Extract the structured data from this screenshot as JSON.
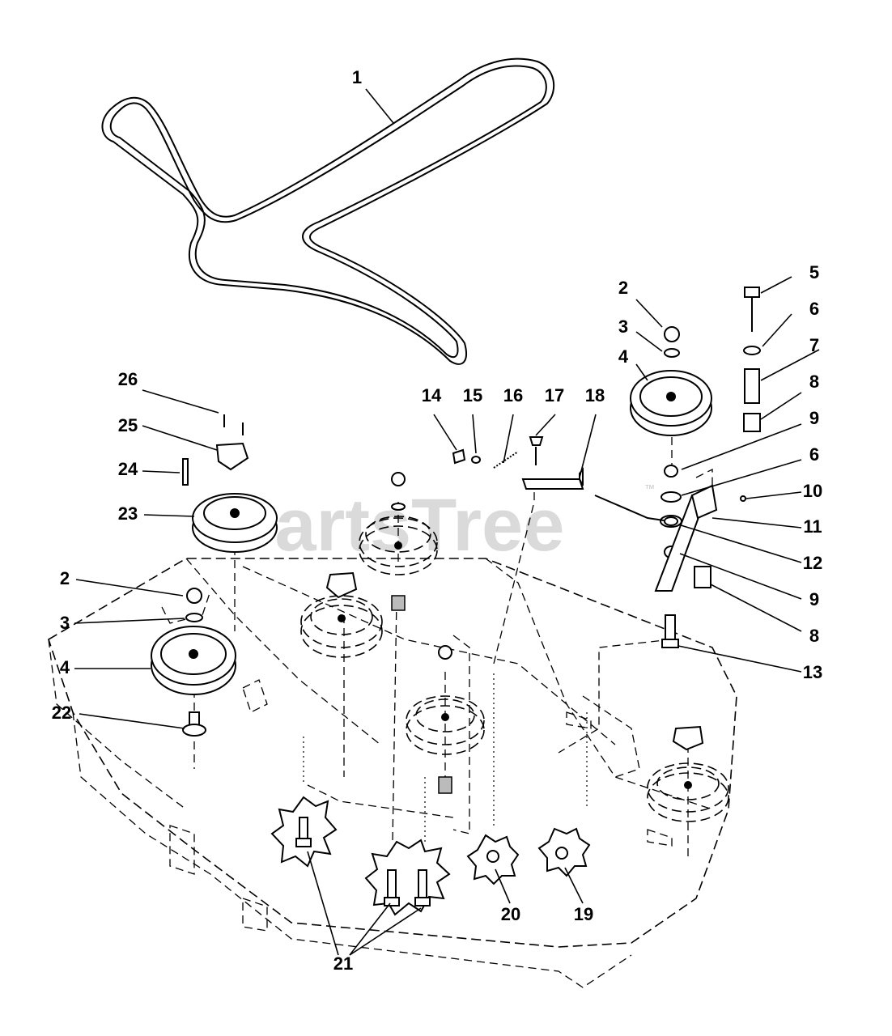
{
  "watermark": {
    "text": "PartsTree",
    "trademark": "™"
  },
  "callouts": {
    "c1": "1",
    "c2a": "2",
    "c2b": "2",
    "c3a": "3",
    "c3b": "3",
    "c4a": "4",
    "c4b": "4",
    "c5": "5",
    "c6a": "6",
    "c6b": "6",
    "c7": "7",
    "c8a": "8",
    "c8b": "8",
    "c9a": "9",
    "c9b": "9",
    "c10": "10",
    "c11": "11",
    "c12": "12",
    "c13": "13",
    "c14": "14",
    "c15": "15",
    "c16": "16",
    "c17": "17",
    "c18": "18",
    "c19": "19",
    "c20": "20",
    "c21": "21",
    "c22": "22",
    "c23": "23",
    "c24": "24",
    "c25": "25",
    "c26": "26"
  }
}
